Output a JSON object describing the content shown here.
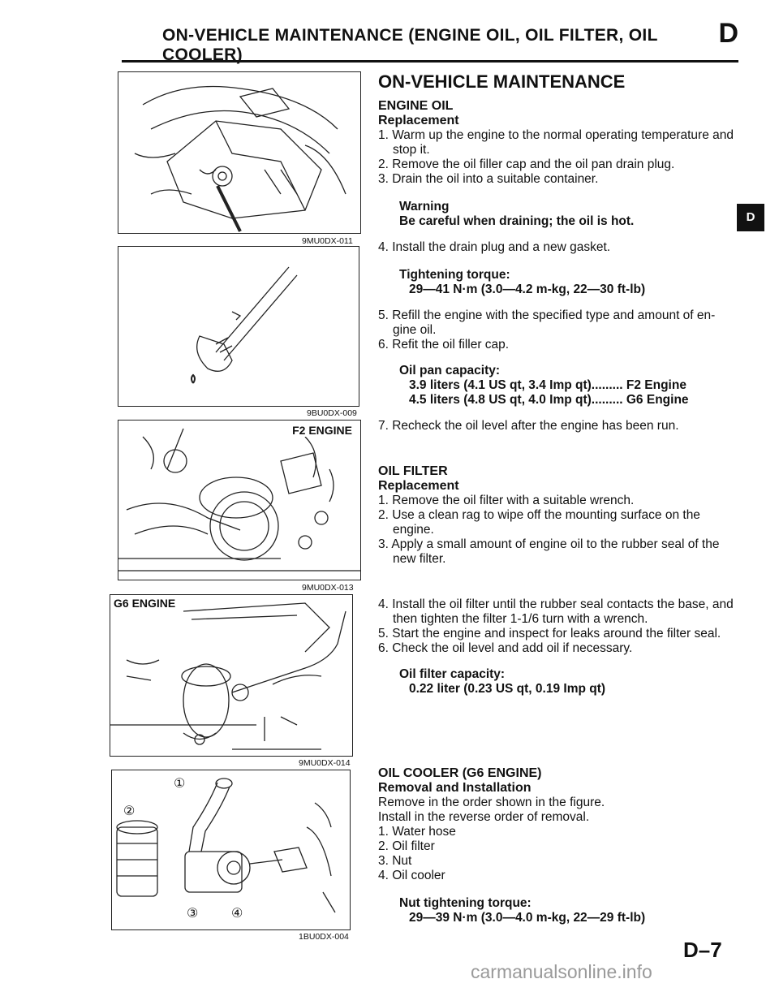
{
  "header": {
    "title": "ON-VEHICLE MAINTENANCE (ENGINE OIL, OIL FILTER, OIL COOLER)",
    "section_letter": "D"
  },
  "side_tab": "D",
  "figures": [
    {
      "code": "9MU0DX-011",
      "label": ""
    },
    {
      "code": "9BU0DX-009",
      "label": ""
    },
    {
      "code": "9MU0DX-013",
      "label": "F2 ENGINE"
    },
    {
      "code": "9MU0DX-014",
      "label": "G6 ENGINE"
    },
    {
      "code": "1BU0DX-004",
      "label": "",
      "callouts": [
        "①",
        "②",
        "③",
        "④"
      ]
    }
  ],
  "content": {
    "main_heading": "ON-VEHICLE MAINTENANCE",
    "engine_oil": {
      "heading": "ENGINE OIL",
      "subheading": "Replacement",
      "steps_a": [
        "1. Warm up the engine to the normal operating temperature and stop it.",
        "2. Remove the oil filler cap and the oil pan drain plug.",
        "3. Drain the oil into a suitable container."
      ],
      "warning_title": "Warning",
      "warning_text": "Be careful when draining; the oil is hot.",
      "step_4": "4. Install the drain plug and a new gasket.",
      "torque_title": "Tightening torque:",
      "torque_value": "29—41 N·m (3.0—4.2 m-kg, 22—30 ft-lb)",
      "steps_b": [
        "5. Refill the engine with the specified type and amount of en- gine oil.",
        "6. Refit the oil filler cap."
      ],
      "capacity_title": "Oil pan capacity:",
      "capacity_f2": "3.9 liters (4.1 US qt, 3.4 Imp qt)......... F2 Engine",
      "capacity_g6": "4.5 liters (4.8 US qt, 4.0 Imp qt)......... G6 Engine",
      "step_7": "7. Recheck the oil level after the engine has been run."
    },
    "oil_filter": {
      "heading": "OIL FILTER",
      "subheading": "Replacement",
      "steps_a": [
        "1. Remove the oil filter with a suitable wrench.",
        "2. Use a clean rag to wipe off the mounting surface on the engine.",
        "3. Apply a small amount of engine oil to the rubber seal of the new filter."
      ],
      "steps_b": [
        "4. Install the oil filter until the rubber seal contacts the base, and then tighten the filter 1-1/6 turn with a wrench.",
        "5. Start the engine and inspect for leaks around the filter seal.",
        "6. Check the oil level and add oil if necessary."
      ],
      "capacity_title": "Oil filter capacity:",
      "capacity_value": "0.22 liter (0.23 US qt, 0.19 Imp qt)"
    },
    "oil_cooler": {
      "heading": "OIL COOLER (G6 ENGINE)",
      "subheading": "Removal and Installation",
      "intro": [
        "Remove in the order shown in the figure.",
        "Install in the reverse order of removal."
      ],
      "parts": [
        "1. Water hose",
        "2. Oil filter",
        "3. Nut",
        "4. Oil cooler"
      ],
      "torque_title": "Nut tightening torque:",
      "torque_value": "29—39 N·m (3.0—4.0 m-kg, 22—29 ft-lb)"
    }
  },
  "page_number": "D–7",
  "watermark": "carmanualsonline.info"
}
